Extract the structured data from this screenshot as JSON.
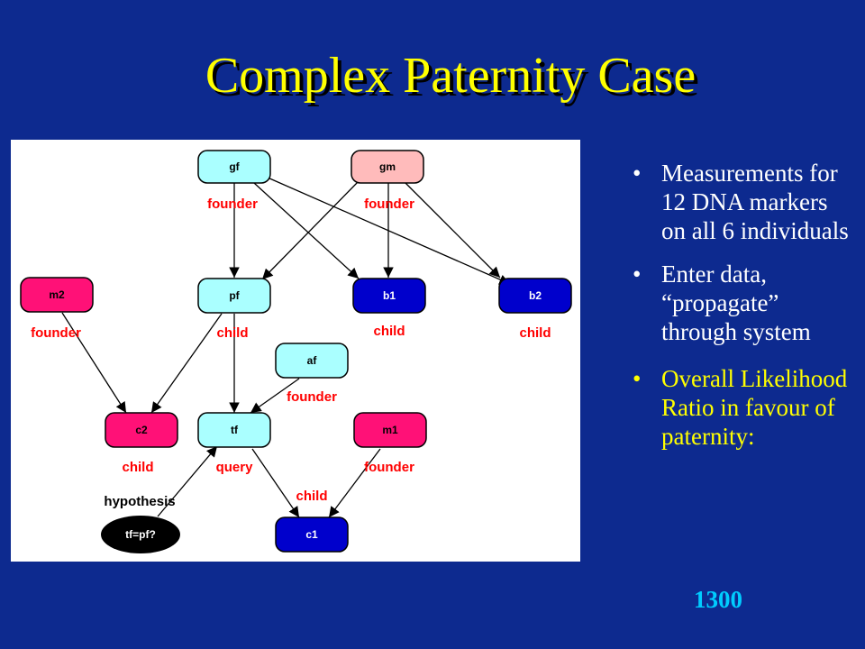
{
  "slide": {
    "title": "Complex Paternity Case"
  },
  "bullets": [
    {
      "text": "Measurements for 12 DNA markers on all 6 individuals"
    },
    {
      "text": "Enter data, “propagate” through system"
    },
    {
      "text": "Overall Likelihood Ratio in favour of paternity:"
    }
  ],
  "bullet_glyph": "•",
  "result": {
    "value": "1300"
  },
  "colors": {
    "background": "#0d2a8f",
    "title": "#ffff00",
    "role_label": "#ff0000",
    "highlight_text": "#ffff00",
    "result": "#00ccff",
    "founder_node_light_blue": "#aaffff",
    "founder_node_pink": "#ffbbbb",
    "founder_node_magenta": "#ff1177",
    "child_node_dark_blue": "#0000cc",
    "hypothesis_node": "#000000"
  },
  "diagram": {
    "nodes": {
      "gf": "gf",
      "gm": "gm",
      "m2": "m2",
      "pf": "pf",
      "b1": "b1",
      "b2": "b2",
      "af": "af",
      "c2": "c2",
      "tf": "tf",
      "m1": "m1",
      "c1": "c1",
      "hyp": "tf=pf?"
    },
    "roles": {
      "gf": "founder",
      "gm": "founder",
      "m2": "founder",
      "pf": "child",
      "b1": "child",
      "b2": "child",
      "af": "founder",
      "c2": "child",
      "tf": "query",
      "m1": "founder",
      "c1": "child",
      "hyp": "hypothesis"
    }
  }
}
